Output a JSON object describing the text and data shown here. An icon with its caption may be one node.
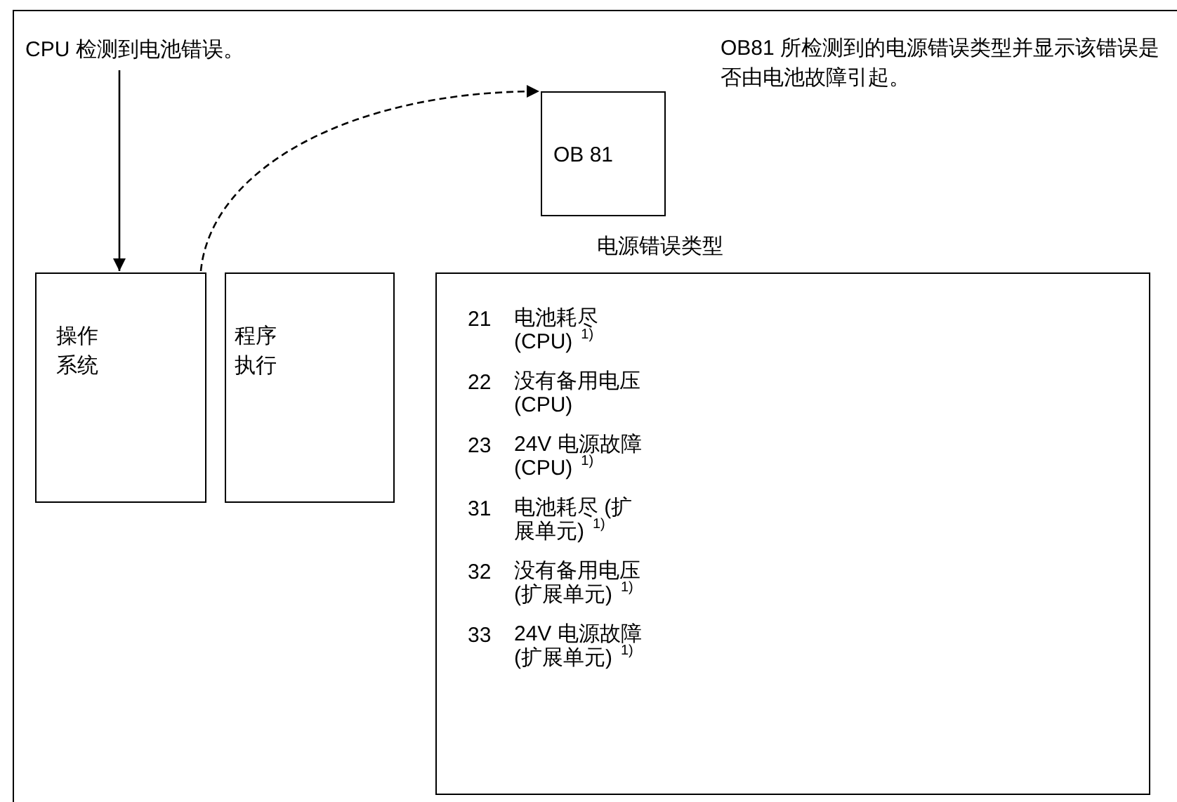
{
  "diagram": {
    "nodes": [
      {
        "text": [
          "CPU 检测到电池错误。"
        ]
      },
      {
        "text": [
          "操作系统"
        ]
      },
      {
        "text": [
          "程序执行"
        ]
      },
      {
        "text": [
          "OB 81"
        ]
      },
      {
        "text": [
          "电源错误类型",
          "21",
          "电池耗尽 (CPU)$^{1)}$",
          "22",
          "没有备用电压 (CPU)",
          "23",
          "24V 电源故障 (CPU)$^{1)}$",
          "31",
          "电池耗尽 (扩展单元)$^{1)}$",
          "32",
          "没有备用电压 (扩展单元)$^{1)}$",
          "33",
          "24V 电源故障 (扩展单元)$^{1)}$"
        ]
      }
    ],
    "edges": [
      {
        "from": 0,
        "to": 1,
        "arrow": "to"
      },
      {
        "from": 1,
        "to": 3,
        "arrow": "to",
        "style": "dashed"
      }
    ],
    "labels": [
      "OB81 所检测到的电源错误类型并显示该错误是否由电池故障引起。"
    ]
  }
}
